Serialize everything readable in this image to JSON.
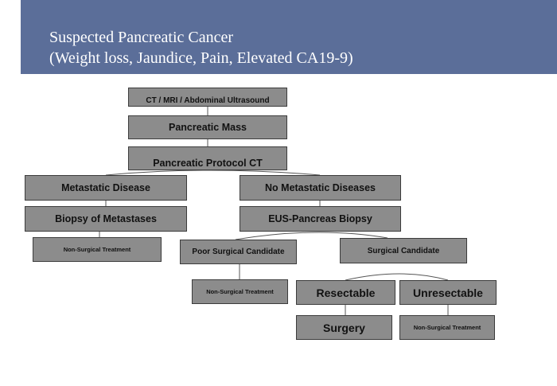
{
  "header": {
    "title_line1": "Suspected Pancreatic Cancer",
    "title_line2": "(Weight loss, Jaundice, Pain, Elevated CA19-9)",
    "background_color": "#5b6e99"
  },
  "nodes": {
    "imaging": "CT / MRI / Abdominal Ultrasound",
    "pancreatic_mass": "Pancreatic Mass",
    "protocol_ct": "Pancreatic Protocol CT",
    "metastatic_disease": "Metastatic Disease",
    "no_metastatic_diseases": "No Metastatic Diseases",
    "biopsy_metastases": "Biopsy of Metastases",
    "eus_biopsy": "EUS-Pancreas Biopsy",
    "non_surgical_1": "Non-Surgical Treatment",
    "poor_surgical_candidate": "Poor Surgical  Candidate",
    "surgical_candidate": "Surgical Candidate",
    "non_surgical_2": "Non-Surgical Treatment",
    "resectable": "Resectable",
    "unresectable": "Unresectable",
    "surgery": "Surgery",
    "non_surgical_3": "Non-Surgical Treatment"
  },
  "colors": {
    "node_fill": "#8c8c8c",
    "node_border": "#3c3c3c",
    "connector": "#555555"
  }
}
